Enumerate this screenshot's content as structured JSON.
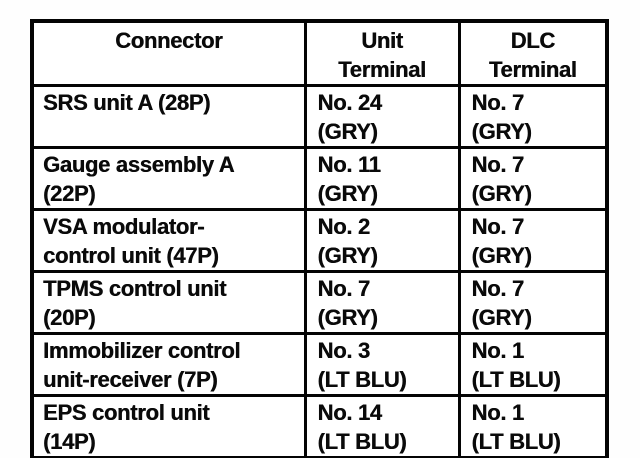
{
  "table": {
    "columns": [
      {
        "label": "Connector"
      },
      {
        "label": "Unit\nTerminal"
      },
      {
        "label": "DLC\nTerminal"
      }
    ],
    "rows": [
      {
        "connector": "SRS unit A (28P)",
        "unit_terminal": "No. 24\n(GRY)",
        "dlc_terminal": "No. 7\n(GRY)"
      },
      {
        "connector": "Gauge assembly A\n(22P)",
        "unit_terminal": "No. 11\n(GRY)",
        "dlc_terminal": "No. 7\n(GRY)"
      },
      {
        "connector": "VSA modulator-\ncontrol unit (47P)",
        "unit_terminal": "No. 2\n(GRY)",
        "dlc_terminal": "No. 7\n(GRY)"
      },
      {
        "connector": "TPMS control unit\n(20P)",
        "unit_terminal": "No. 7\n(GRY)",
        "dlc_terminal": "No. 7\n(GRY)"
      },
      {
        "connector": "Immobilizer control\nunit-receiver (7P)",
        "unit_terminal": "No. 3\n(LT BLU)",
        "dlc_terminal": "No. 1\n(LT BLU)"
      },
      {
        "connector": "EPS control unit\n(14P)",
        "unit_terminal": "No. 14\n(LT BLU)",
        "dlc_terminal": "No. 1\n(LT BLU)"
      }
    ]
  }
}
